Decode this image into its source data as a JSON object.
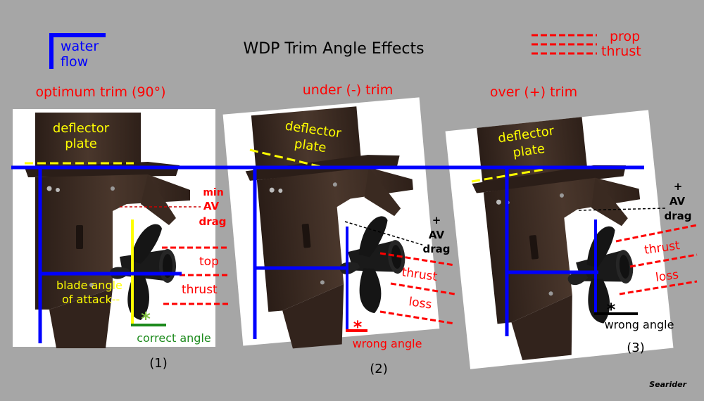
{
  "title": "WDP Trim Angle Effects",
  "legend_water": {
    "line1": "water",
    "line2": "flow"
  },
  "legend_prop": {
    "line1": "prop",
    "line2": "thrust"
  },
  "panel1": {
    "heading": "optimum trim (90°)",
    "deflector1": "deflector",
    "deflector2": "plate",
    "av1": "min",
    "av2": "AV",
    "av3": "drag",
    "top": "top",
    "thrust": "thrust",
    "blade1": "blade angle",
    "blade2": "of attack--",
    "star": "*",
    "angle": "correct angle",
    "number": "(1)"
  },
  "panel2": {
    "heading": "under (-) trim",
    "deflector1": "deflector",
    "deflector2": "plate",
    "av1": "+",
    "av2": "AV",
    "av3": "drag",
    "thrust": "thrust",
    "loss": "loss",
    "star": "*",
    "angle": "wrong angle",
    "number": "(2)"
  },
  "panel3": {
    "heading": "over (+) trim",
    "deflector1": "deflector",
    "deflector2": "plate",
    "av1": "+",
    "av2": "AV",
    "av3": "drag",
    "thrust": "thrust",
    "loss": "loss",
    "star": "*",
    "angle": "wrong angle",
    "number": "(3)"
  },
  "credit": "Searider",
  "colors": {
    "background": "#a6a6a6",
    "water": "#0000ff",
    "red_text": "#ff0000",
    "yellow": "#ffff00",
    "green": "#1c8a1c",
    "drive": "#3b2a22"
  },
  "icons": {
    "propeller": "propeller-icon",
    "outdrive": "outdrive-icon"
  }
}
